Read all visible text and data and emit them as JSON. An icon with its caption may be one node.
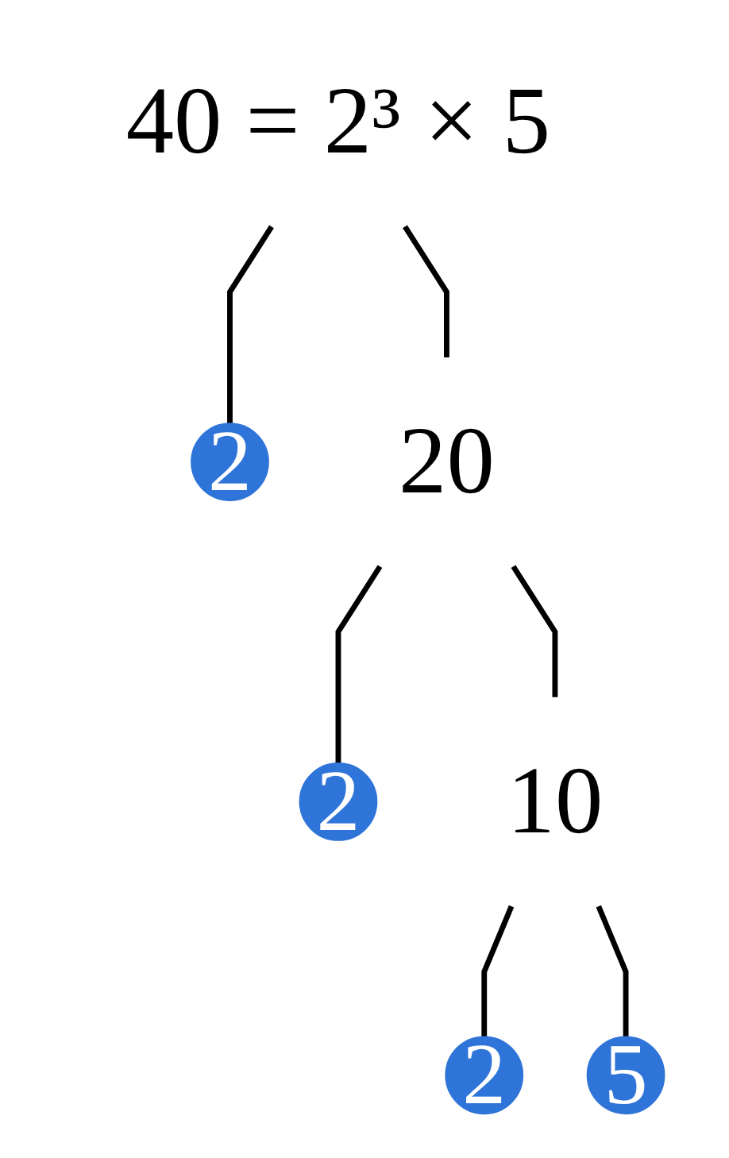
{
  "diagram": {
    "nodes": [
      {
        "text": [
          "40 = 2³ × 5"
        ]
      },
      {
        "text": [
          "2"
        ]
      },
      {
        "text": [
          "20"
        ]
      },
      {
        "text": [
          "2"
        ]
      },
      {
        "text": [
          "10"
        ]
      },
      {
        "text": [
          "2"
        ]
      },
      {
        "text": [
          "5"
        ]
      }
    ],
    "edges": [
      {
        "from": 0,
        "to": 1,
        "arrow": "none"
      },
      {
        "from": 0,
        "to": 2,
        "arrow": "none"
      },
      {
        "from": 2,
        "to": 3,
        "arrow": "none"
      },
      {
        "from": 2,
        "to": 4,
        "arrow": "none"
      },
      {
        "from": 4,
        "to": 5,
        "arrow": "none"
      },
      {
        "from": 4,
        "to": 6,
        "arrow": "none"
      }
    ]
  }
}
